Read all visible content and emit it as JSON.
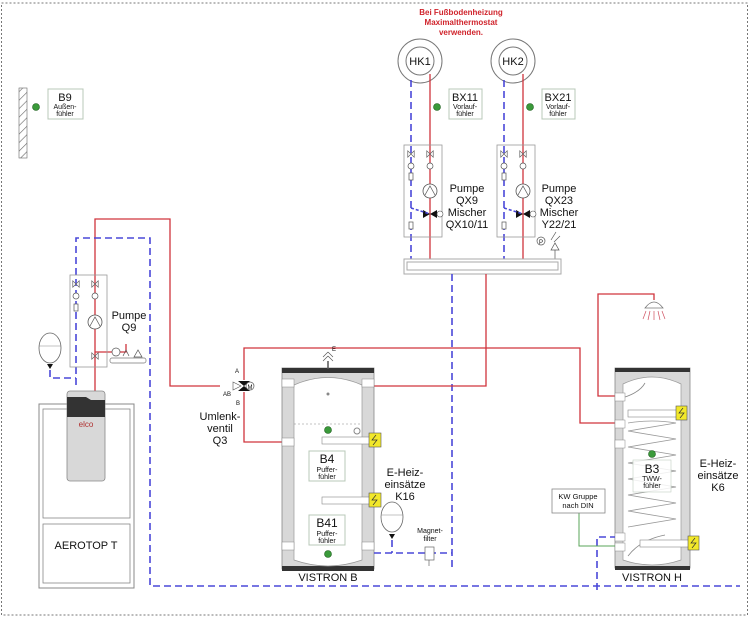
{
  "diagram": {
    "title": "Hydraulikschema AEROTOP T mit VISTRON B und VISTRON H",
    "note": {
      "lines": [
        "Bei Fußbodenheizung",
        "Maximalthermostat",
        "verwenden."
      ],
      "color": "#d0242c"
    },
    "colors": {
      "flow": "#d0343c",
      "return": "#4a48d8",
      "sensor": "#3a9a3a",
      "heater": "#f2e82a"
    },
    "heating_circuits": [
      {
        "label": "HK1"
      },
      {
        "label": "HK2"
      }
    ],
    "sensors": [
      {
        "id": "B9",
        "lines": [
          "Außen-",
          "fühler"
        ]
      },
      {
        "id": "BX11",
        "lines": [
          "Vorlauf-",
          "fühler"
        ]
      },
      {
        "id": "BX21",
        "lines": [
          "Vorlauf-",
          "fühler"
        ]
      },
      {
        "id": "B4",
        "lines": [
          "Puffer-",
          "fühler"
        ]
      },
      {
        "id": "B41",
        "lines": [
          "Puffer-",
          "fühler"
        ]
      },
      {
        "id": "B3",
        "lines": [
          "TWW-",
          "fühler"
        ]
      }
    ],
    "pump_groups": [
      {
        "lines": [
          "Pumpe",
          "QX9",
          "Mischer",
          "QX10/11"
        ]
      },
      {
        "lines": [
          "Pumpe",
          "QX23",
          "Mischer",
          "Y22/21"
        ]
      },
      {
        "lines": [
          "Pumpe",
          "Q9"
        ]
      }
    ],
    "diverter_valve": {
      "lines": [
        "Umlenk-",
        "ventil",
        "Q3"
      ],
      "ports": {
        "a": "A",
        "ab": "AB",
        "b": "B"
      },
      "motor": "M"
    },
    "heaters": [
      {
        "lines": [
          "E-Heiz-",
          "einsätze",
          "K16"
        ]
      },
      {
        "lines": [
          "E-Heiz-",
          "einsätze",
          "K6"
        ]
      }
    ],
    "magnet_filter": {
      "lines": [
        "Magnet-",
        "filter"
      ]
    },
    "cold_water_group": {
      "lines": [
        "KW Gruppe",
        "nach DIN"
      ]
    },
    "vent_label": "E",
    "pressure_label": "P",
    "heat_pump": {
      "brand": "elco",
      "name": "AEROTOP T"
    },
    "buffer_tank": {
      "name": "VISTRON B"
    },
    "dhw_tank": {
      "name": "VISTRON H"
    }
  }
}
